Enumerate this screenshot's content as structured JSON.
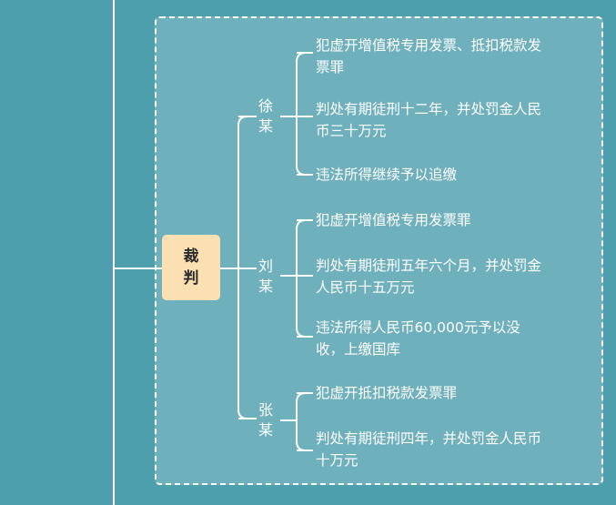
{
  "root": {
    "label": "裁判"
  },
  "branches": [
    {
      "name": "徐某",
      "items": [
        "犯虚开增值税专用发票、抵扣税款发票罪",
        "判处有期徒刑十二年，并处罚金人民币三十万元",
        "违法所得继续予以追缴"
      ]
    },
    {
      "name": "刘某",
      "items": [
        "犯虚开增值税专用发票罪",
        "判处有期徒刑五年六个月，并处罚金人民币十五万元",
        "违法所得人民币60,000元予以没收，上缴国库"
      ]
    },
    {
      "name": "张某",
      "items": [
        "犯虚开抵扣税款发票罪",
        "判处有期徒刑四年，并处罚金人民币十万元"
      ]
    }
  ],
  "colors": {
    "background": "#4e9fad",
    "frame_fill": "#6fb0bd",
    "root_fill": "#fbe1b1",
    "line": "#ffffff",
    "text": "#ffffff"
  }
}
